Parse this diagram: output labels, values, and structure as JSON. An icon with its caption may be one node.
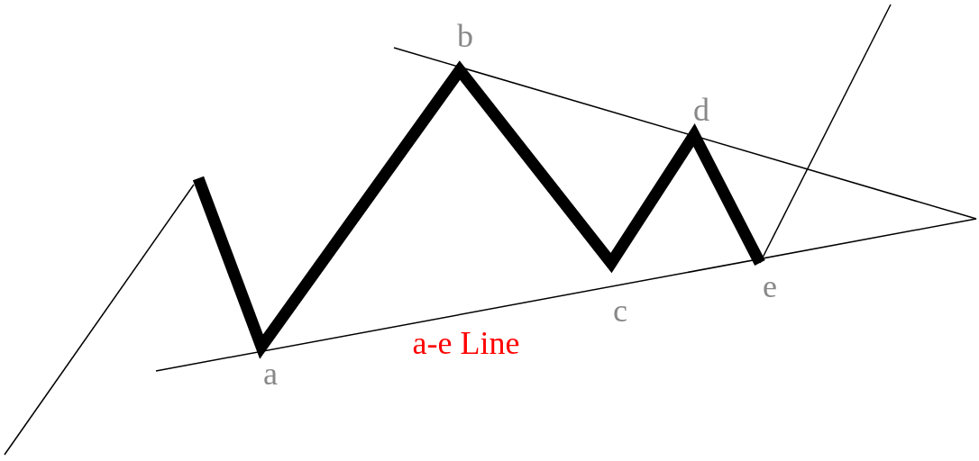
{
  "diagram": {
    "labels": [
      "b",
      "d",
      "e",
      "c",
      "a-e Line",
      "a"
    ]
  }
}
